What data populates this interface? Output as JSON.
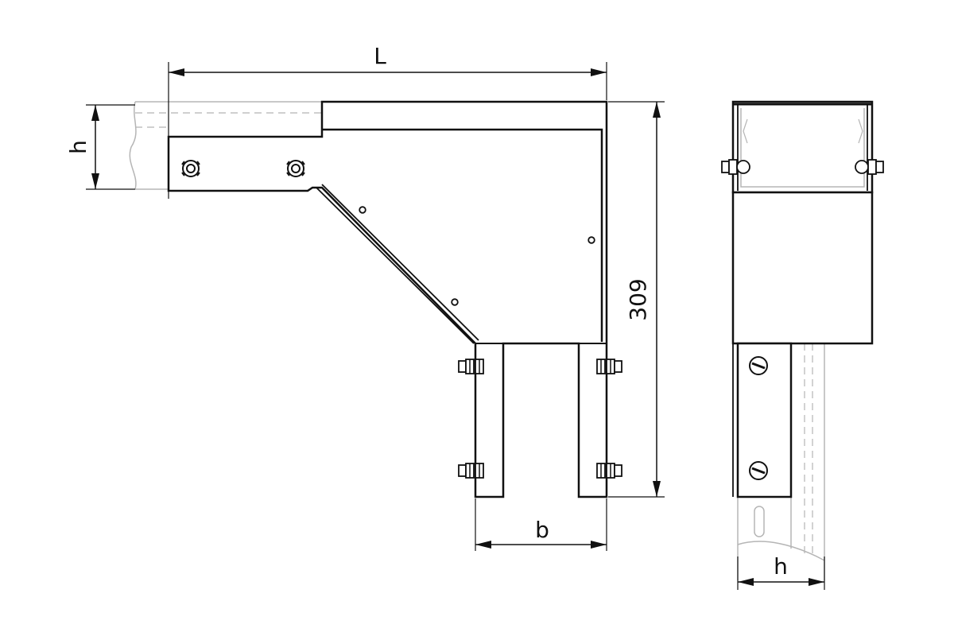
{
  "dimensions": {
    "length_label": "L",
    "height_label_left": "h",
    "height_value": "309",
    "width_label": "b",
    "height_label_right": "h"
  },
  "colors": {
    "line": "#111111",
    "ghost": "#b5b5b5",
    "background": "#ffffff"
  }
}
